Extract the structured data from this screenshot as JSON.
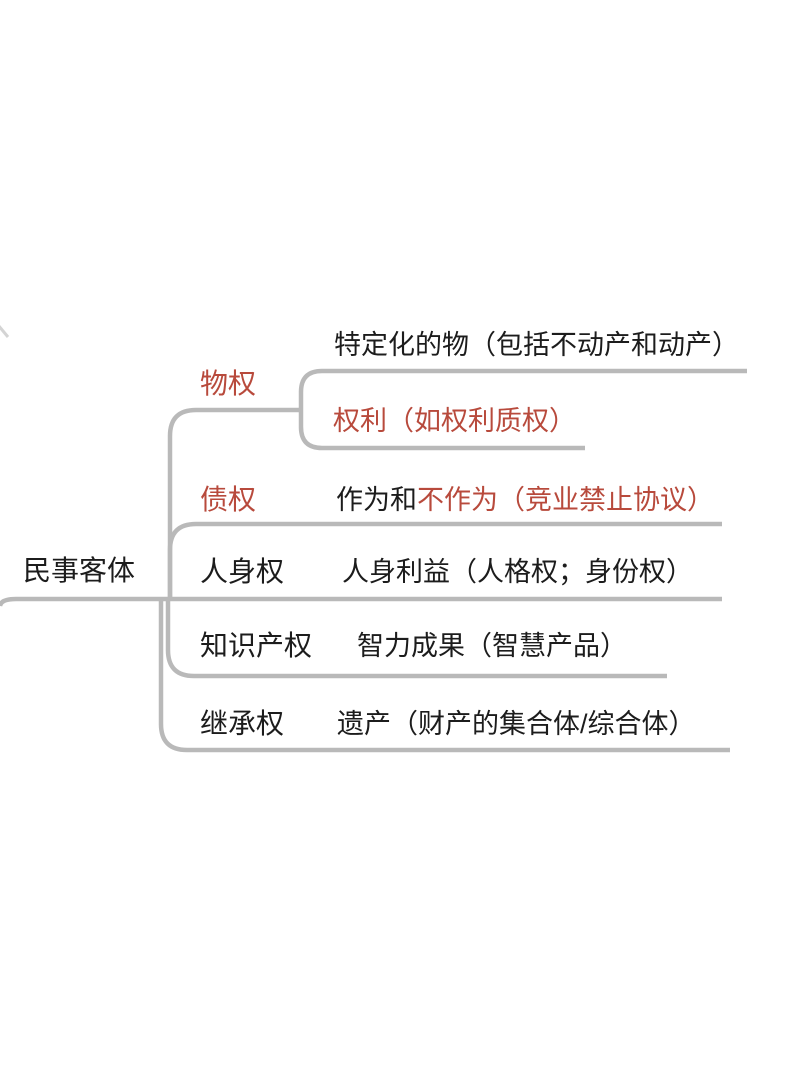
{
  "mindmap": {
    "root": {
      "label": "民事客体"
    },
    "branches": [
      {
        "label": "物权",
        "label_color": "#b84a3c",
        "children": [
          {
            "text": "特定化的物（包括不动产和动产）",
            "color": "#1c1c1c"
          },
          {
            "text": "权利（如权利质权）",
            "color": "#b84a3c"
          }
        ]
      },
      {
        "label": "债权",
        "label_color": "#b84a3c",
        "children": [
          {
            "segments": [
              {
                "text": "作为和",
                "color": "#1c1c1c"
              },
              {
                "text": "不作为（竞业禁止协议）",
                "color": "#b84a3c"
              }
            ]
          }
        ]
      },
      {
        "label": "人身权",
        "label_color": "#1c1c1c",
        "children": [
          {
            "text": "人身利益（人格权；身份权）",
            "color": "#1c1c1c"
          }
        ]
      },
      {
        "label": "知识产权",
        "label_color": "#1c1c1c",
        "children": [
          {
            "text": "智力成果（智慧产品）",
            "color": "#1c1c1c"
          }
        ]
      },
      {
        "label": "继承权",
        "label_color": "#1c1c1c",
        "children": [
          {
            "text": "遗产（财产的集合体/综合体）",
            "color": "#1c1c1c"
          }
        ]
      }
    ],
    "colors": {
      "accent_red": "#b84a3c",
      "text_black": "#1c1c1c",
      "line_gray": "#b9b9b9",
      "background": "#ffffff"
    }
  }
}
